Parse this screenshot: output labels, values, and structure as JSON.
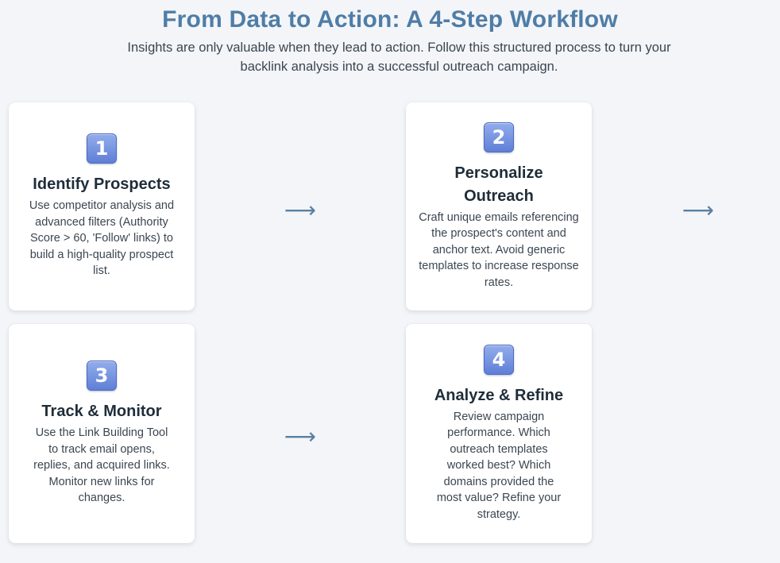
{
  "header": {
    "title": "From Data to Action: A 4-Step Workflow",
    "subtitle": "Insights are only valuable when they lead to action. Follow this structured process to turn your backlink analysis into a successful outreach campaign."
  },
  "steps": [
    {
      "number": "1",
      "title": "Identify Prospects",
      "text": "Use competitor analysis and advanced filters (Authority Score > 60, 'Follow' links) to build a high-quality prospect list."
    },
    {
      "number": "2",
      "title": "Personalize Outreach",
      "text": "Craft unique emails referencing the prospect's content and anchor text. Avoid generic templates to increase response rates."
    },
    {
      "number": "3",
      "title": "Track & Monitor",
      "text": "Use the Link Building Tool to track email opens, replies, and acquired links. Monitor new links for changes."
    },
    {
      "number": "4",
      "title": "Analyze & Refine",
      "text": "Review campaign performance. Which outreach templates worked best? Which domains provided the most value? Refine your strategy."
    }
  ],
  "arrows": {
    "glyph": "⟶"
  },
  "colors": {
    "title": "#4f7da6",
    "badge": "#6b8bdf",
    "arrow": "#5a7fa3",
    "background": "#f3f5f8"
  }
}
